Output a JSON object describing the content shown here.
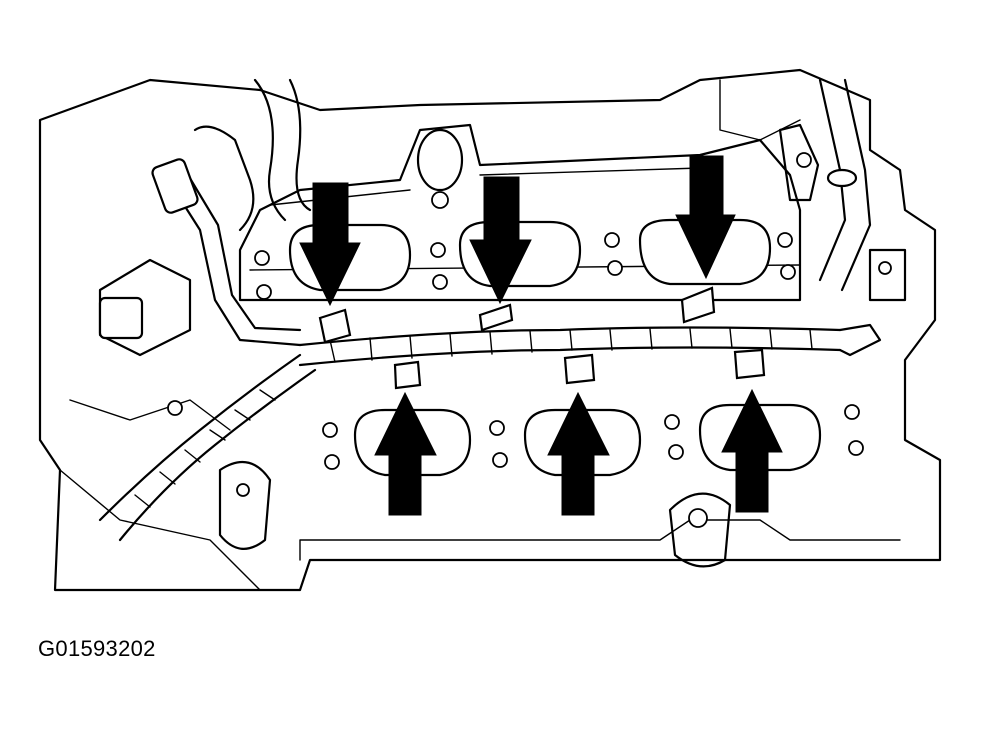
{
  "figure": {
    "id_label": "G01593202"
  },
  "illustration": {
    "arrows_down_count": 3,
    "arrows_up_count": 3,
    "colors": {
      "line": "#000000",
      "background": "#ffffff"
    }
  }
}
